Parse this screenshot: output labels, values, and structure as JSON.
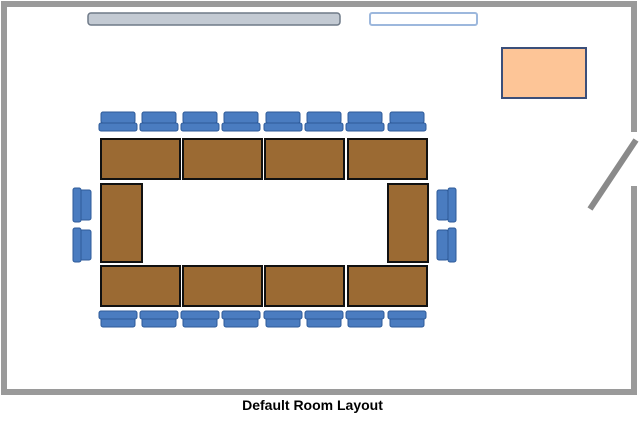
{
  "caption": "Default Room Layout",
  "colors": {
    "wall": "#9a9a9a",
    "background": "#ffffff",
    "table_fill": "#9b6a33",
    "table_border": "#111111",
    "chair_fill": "#4a7cc0",
    "chair_border": "#2d5a99",
    "podium_fill": "#fdc597",
    "podium_border": "#3b4f7a",
    "screen_fill": "#c3cad3",
    "screen_border": "#6f7a88",
    "window_fill": "#ffffff",
    "window_border": "#9db8dd",
    "door": "#8a8a8a"
  },
  "room": {
    "tables": {
      "top_row": 4,
      "bottom_row": 4,
      "side_columns": 2
    },
    "chairs": {
      "top_row": 8,
      "bottom_row": 8,
      "left_side": 2,
      "right_side": 2
    },
    "fixtures": [
      "screen",
      "window",
      "podium",
      "door"
    ]
  }
}
